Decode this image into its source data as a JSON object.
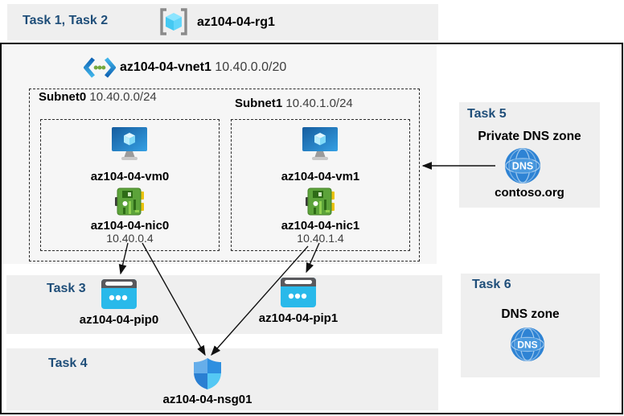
{
  "header": {
    "tasks_label": "Task 1, Task 2",
    "rg_name": "az104-04-rg1"
  },
  "vnet": {
    "name": "az104-04-vnet1",
    "cidr": "10.40.0.0/20"
  },
  "subnets": [
    {
      "name": "Subnet0",
      "cidr": "10.40.0.0/24",
      "vm": "az104-04-vm0",
      "nic": "az104-04-nic0",
      "ip": "10.40.0.4"
    },
    {
      "name": "Subnet1",
      "cidr": "10.40.1.0/24",
      "vm": "az104-04-vm1",
      "nic": "az104-04-nic1",
      "ip": "10.40.1.4"
    }
  ],
  "task3": {
    "label": "Task 3",
    "pip0": "az104-04-pip0",
    "pip1": "az104-04-pip1"
  },
  "task4": {
    "label": "Task 4",
    "nsg": "az104-04-nsg01"
  },
  "task5": {
    "label": "Task 5",
    "title": "Private DNS zone",
    "zone": "contoso.org",
    "dns_text": "DNS"
  },
  "task6": {
    "label": "Task 6",
    "title": "DNS zone",
    "dns_text": "DNS"
  },
  "colors": {
    "task_label": "#1F4E79",
    "band_bg": "#EFEFEF",
    "vnet_bg": "#F6F6F6",
    "dns_blue": "#2E83D4",
    "pip_cyan": "#29B9EA",
    "nic_green": "#5CA33A",
    "vm_blue": "#2E8FD8",
    "arrow": "#1A1A1A"
  }
}
